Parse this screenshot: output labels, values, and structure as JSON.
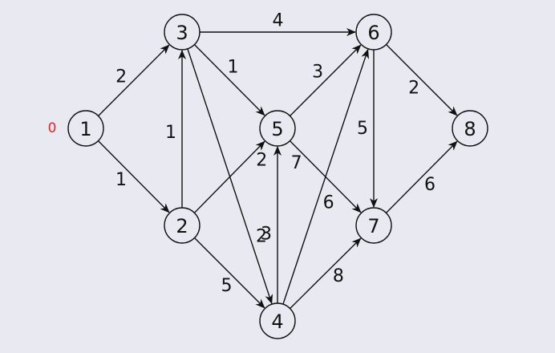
{
  "graph": {
    "colors": {
      "background": "#e9e9f1",
      "stroke": "#111111",
      "highlight": "#1a1ad6",
      "distance": "#e8202a"
    },
    "start_node": "1",
    "start_distance": "0",
    "nodes": [
      {
        "id": "1",
        "label": "1"
      },
      {
        "id": "2",
        "label": "2"
      },
      {
        "id": "3",
        "label": "3"
      },
      {
        "id": "4",
        "label": "4"
      },
      {
        "id": "5",
        "label": "5"
      },
      {
        "id": "6",
        "label": "6"
      },
      {
        "id": "7",
        "label": "7"
      },
      {
        "id": "8",
        "label": "8"
      }
    ],
    "edges": [
      {
        "from": "1",
        "to": "3",
        "weight": "2"
      },
      {
        "from": "1",
        "to": "2",
        "weight": "1"
      },
      {
        "from": "2",
        "to": "3",
        "weight": "1"
      },
      {
        "from": "2",
        "to": "5",
        "weight": "2"
      },
      {
        "from": "2",
        "to": "4",
        "weight": "5"
      },
      {
        "from": "3",
        "to": "6",
        "weight": "4"
      },
      {
        "from": "3",
        "to": "5",
        "weight": "1"
      },
      {
        "from": "3",
        "to": "4",
        "weight": "2"
      },
      {
        "from": "4",
        "to": "5",
        "weight": "3"
      },
      {
        "from": "4",
        "to": "6",
        "weight": "6"
      },
      {
        "from": "4",
        "to": "7",
        "weight": "8"
      },
      {
        "from": "5",
        "to": "6",
        "weight": "3"
      },
      {
        "from": "5",
        "to": "7",
        "weight": "7"
      },
      {
        "from": "6",
        "to": "7",
        "weight": "5"
      },
      {
        "from": "6",
        "to": "8",
        "weight": "2"
      },
      {
        "from": "7",
        "to": "8",
        "weight": "6"
      }
    ]
  }
}
